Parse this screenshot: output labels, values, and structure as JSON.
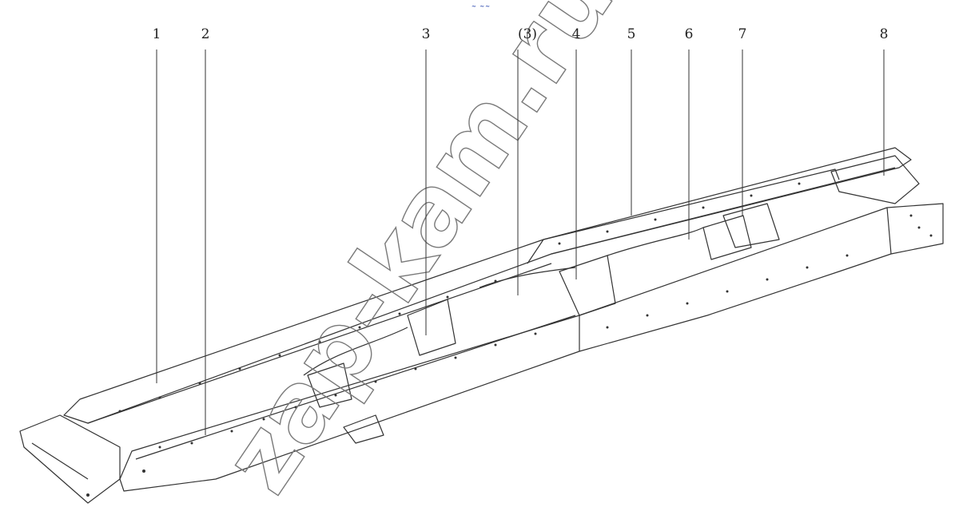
{
  "header_mark": "~ ~~",
  "callouts": [
    {
      "id": "c1",
      "text": "1"
    },
    {
      "id": "c2",
      "text": "2"
    },
    {
      "id": "c3",
      "text": "3"
    },
    {
      "id": "c3b",
      "text": "(3)"
    },
    {
      "id": "c4",
      "text": "4"
    },
    {
      "id": "c5",
      "text": "5"
    },
    {
      "id": "c6",
      "text": "6"
    },
    {
      "id": "c7",
      "text": "7"
    },
    {
      "id": "c8",
      "text": "8"
    }
  ],
  "watermark": "zap-kam.ru",
  "colors": {
    "line": "#333333",
    "ink": "#222222",
    "watermark": "#7a7a7a",
    "mark": "#1a3aa8"
  }
}
